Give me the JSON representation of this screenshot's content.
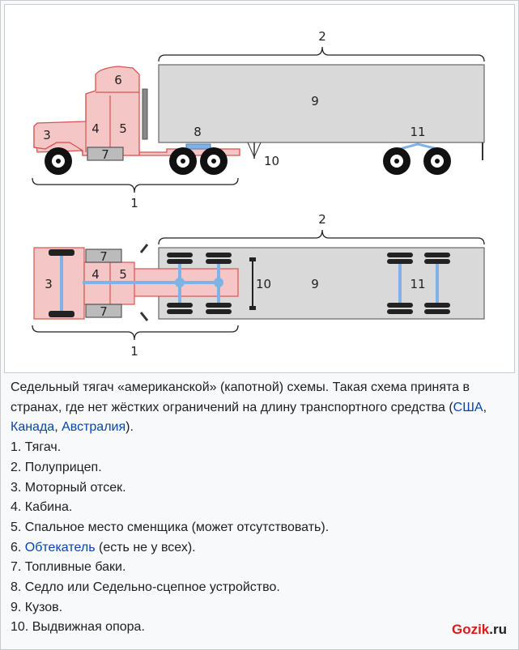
{
  "diagram": {
    "labels": {
      "l1": "1",
      "l2": "2",
      "l3": "3",
      "l4": "4",
      "l5": "5",
      "l6": "6",
      "l7": "7",
      "l8": "8",
      "l9": "9",
      "l10": "10",
      "l11": "11"
    }
  },
  "caption": {
    "intro_before": "Седельный тягач «американской» (капотной) схемы. Такая схема принята в странах, где нет жёстких ограничений на длину транспортного средства (",
    "link_usa": "США",
    "sep1": ", ",
    "link_canada": "Канада",
    "sep2": ", ",
    "link_australia": "Австралия",
    "intro_after": ").",
    "item1": "1. Тягач.",
    "item2": "2. Полуприцеп.",
    "item3": "3. Моторный отсек.",
    "item4": "4. Кабина.",
    "item5": "5. Спальное место сменщика (может отсутствовать).",
    "item6_prefix": "6. ",
    "item6_link": "Обтекатель",
    "item6_suffix": " (есть не у всех).",
    "item7": "7. Топливные баки.",
    "item8": "8. Седло или Седельно-сцепное устройство.",
    "item9": "9. Кузов.",
    "item10": "10. Выдвижная опора."
  },
  "watermark": {
    "brand": "Gozik",
    "tld": ".ru"
  },
  "colors": {
    "cab_fill": "#f5c6c6",
    "cab_stroke": "#d9534f",
    "body_fill": "#d9d9d9",
    "axle": "#7fb3e8",
    "link": "#0645ad"
  }
}
